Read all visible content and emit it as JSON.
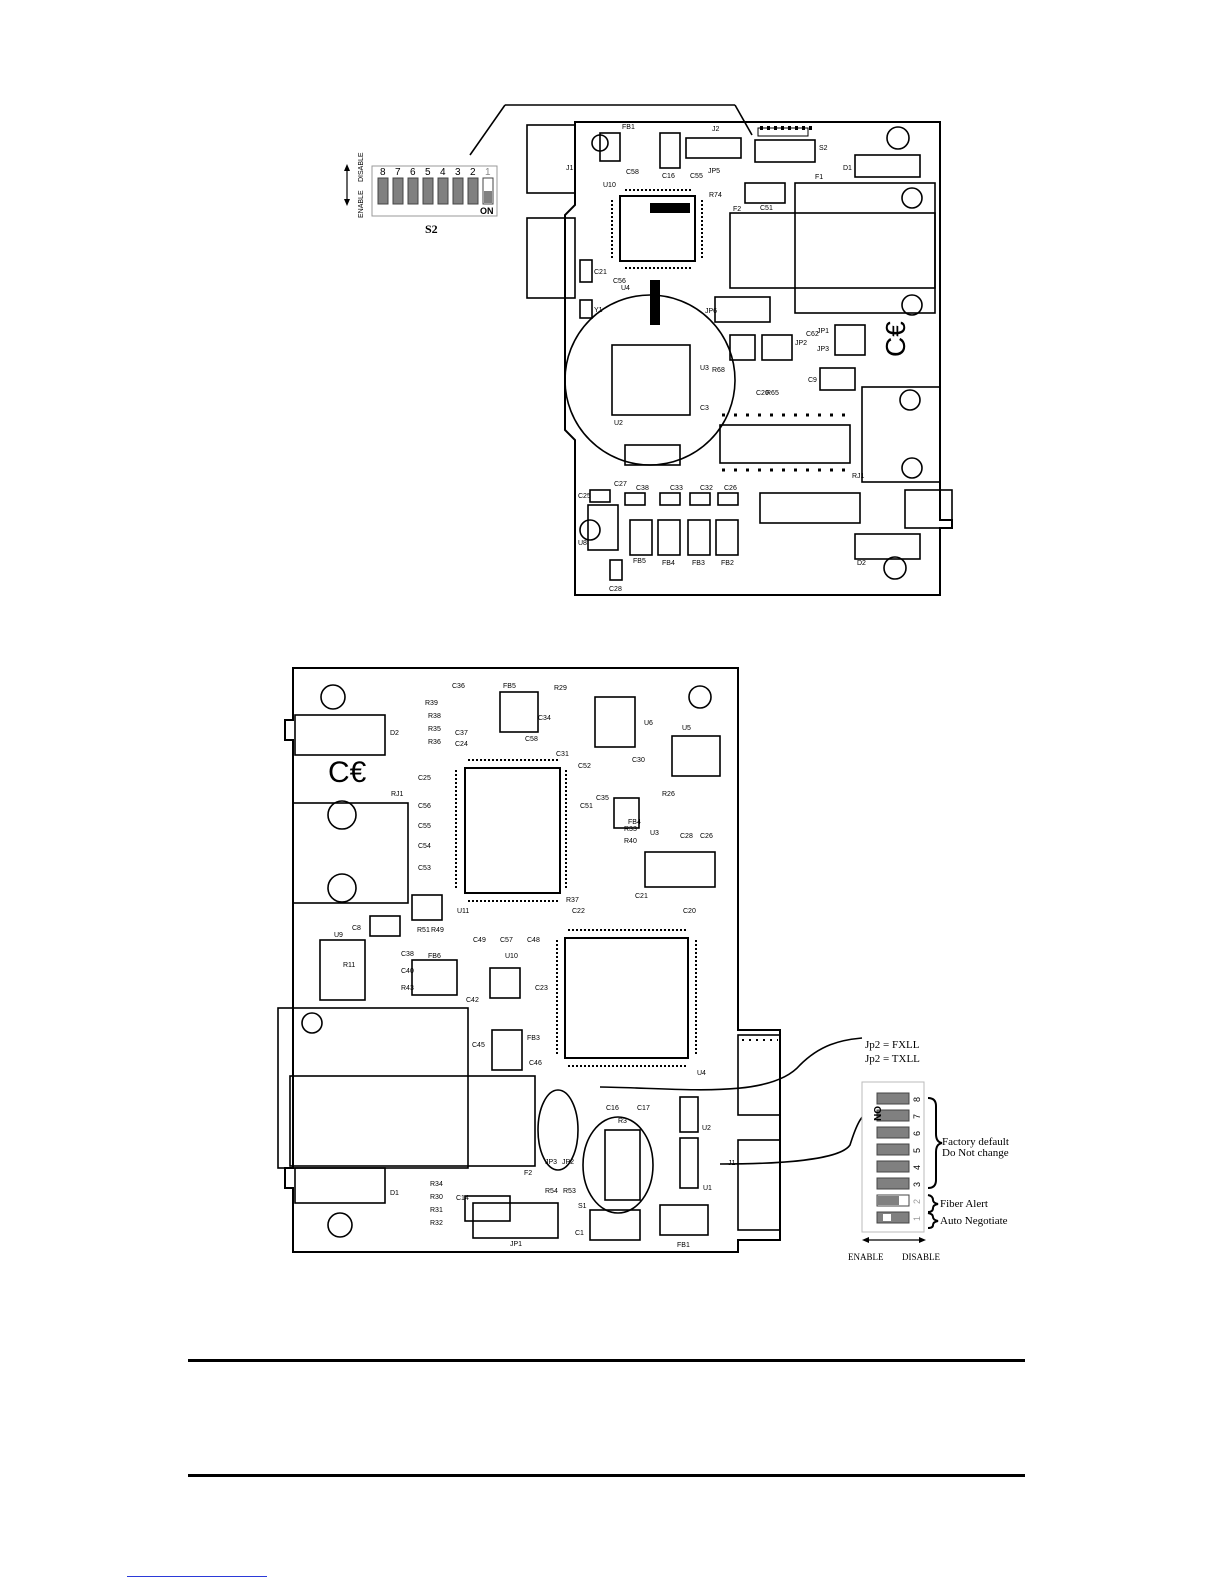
{
  "top_figure": {
    "switch_bank_label": "S2",
    "switch_numbers": [
      "8",
      "7",
      "6",
      "5",
      "4",
      "3",
      "2",
      "1"
    ],
    "on_label": "ON",
    "enable_label": "ENABLE",
    "disable_label": "DISABLE",
    "board_labels": {
      "fb1": "FB1",
      "j2": "J2",
      "s2": "S2",
      "u10": "U10",
      "c58": "C58",
      "c16": "C16",
      "c55": "C55",
      "jp5": "JP5",
      "r74": "R74",
      "c51": "C51",
      "f1": "F1",
      "f2": "F2",
      "d1": "D1",
      "y1": "Y1",
      "u4": "U4",
      "c56": "C56",
      "jp6": "JP6",
      "jp1": "JP1",
      "jp3": "JP3",
      "jp2": "JP2",
      "c62": "C62",
      "c9": "C9",
      "u3": "U3",
      "u2": "U2",
      "r68": "R68",
      "c20": "C20",
      "r65": "R65",
      "c3": "C3",
      "rj1": "RJ1",
      "c25": "C25",
      "c38": "C38",
      "c33": "C33",
      "c32": "C32",
      "c26": "C26",
      "u8": "U8",
      "fb5": "FB5",
      "fb4": "FB4",
      "fb3": "FB3",
      "fb2": "FB2",
      "c28": "C28",
      "d2": "D2",
      "j1": "J1",
      "c21": "C21",
      "c27": "C27"
    }
  },
  "bottom_figure": {
    "board_labels": {
      "c36": "C36",
      "fb5": "FB5",
      "r29": "R29",
      "r39": "R39",
      "r38": "R38",
      "r35": "R35",
      "r36": "R36",
      "c37": "C37",
      "c24": "C24",
      "c58": "C58",
      "c31": "C31",
      "c34": "C34",
      "u6": "U6",
      "u5": "U5",
      "d2": "D2",
      "c52": "C52",
      "c30": "C30",
      "rj1": "RJ1",
      "c25": "C25",
      "c56": "C56",
      "c55": "C55",
      "c54": "C54",
      "c53": "C53",
      "c51": "C51",
      "c35": "C35",
      "fb4": "FB4",
      "r26": "R26",
      "c28": "C28",
      "c26": "C26",
      "r33": "R33",
      "r40": "R40",
      "u3": "U3",
      "u11": "U11",
      "r37": "R37",
      "c22": "C22",
      "c21": "C21",
      "c20": "C20",
      "c8": "C8",
      "r51": "R51",
      "r49": "R49",
      "c49": "C49",
      "c57": "C57",
      "c48": "C48",
      "u9": "U9",
      "r11": "R11",
      "c38": "C38",
      "c40": "C40",
      "r43": "R43",
      "fb6": "FB6",
      "u10": "U10",
      "c42": "C42",
      "c23": "C23",
      "c45": "C45",
      "fb3": "FB3",
      "c46": "C46",
      "j1": "J1",
      "u4": "U4",
      "c16": "C16",
      "c17": "C17",
      "r3": "R3",
      "u2": "U2",
      "jp3": "JP3",
      "jp2": "JP2",
      "r54": "R54",
      "r53": "R53",
      "s1": "S1",
      "u1": "U1",
      "c1": "C1",
      "fb1": "FB1",
      "f2": "F2",
      "c14": "C14",
      "r34": "R34",
      "r30": "R30",
      "r31": "R31",
      "r32": "R32",
      "d1": "D1",
      "jp1": "JP1"
    },
    "jumper_note_1": "Jp2 = FXLL",
    "jumper_note_2": "Jp2 = TXLL",
    "switch_numbers": [
      "8",
      "7",
      "6",
      "5",
      "4",
      "3",
      "2",
      "1"
    ],
    "on_label": "ON",
    "factory_default_1": "Factory default",
    "factory_default_2": "Do Not change",
    "fiber_alert": "Fiber Alert",
    "auto_negotiate": "Auto Negotiate",
    "enable_label": "ENABLE",
    "disable_label": "DISABLE"
  }
}
